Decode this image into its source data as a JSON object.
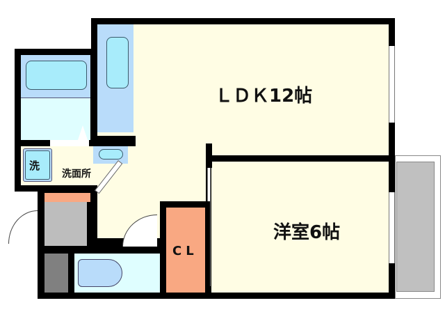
{
  "floor_plan": {
    "rooms": {
      "ldk": {
        "label": "ＬＤＫ12帖"
      },
      "western_room": {
        "label": "洋室6帖"
      },
      "closet": {
        "label": "CL"
      },
      "washroom": {
        "label": "洗面所"
      },
      "washer": {
        "label": "洗"
      }
    },
    "colors": {
      "wall": "#000000",
      "floor": "#fffde4",
      "bath": "#b9dcfa",
      "closet": "#f9a882",
      "entrance": "#bdbdbd",
      "balcony": "#c0c0c0",
      "storage_dark": "#808080"
    }
  }
}
